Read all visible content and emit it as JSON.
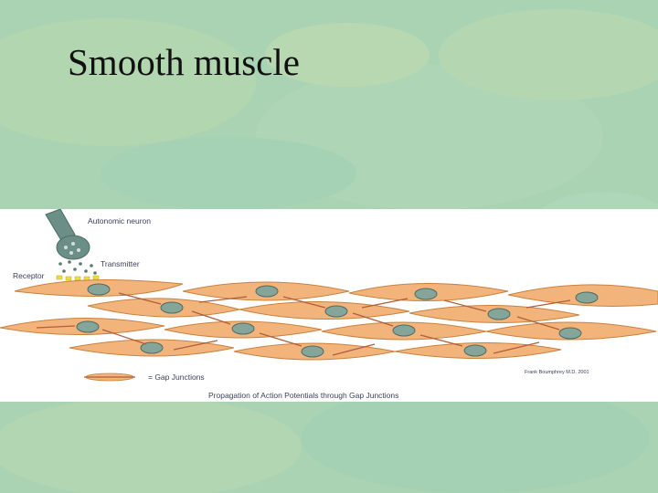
{
  "slide": {
    "title": "Smooth muscle"
  },
  "diagram": {
    "labels": {
      "autonomic_neuron": "Autonomic neuron",
      "transmitter": "Transmitter",
      "receptor": "Receptor",
      "gap_legend": "= Gap Junctions",
      "credit": "Frank Boumphrey M.D. 2001",
      "caption": "Propagation of Action Potentials through Gap Junctions"
    },
    "colors": {
      "cell_fill": "#f2b47b",
      "cell_stroke": "#c9823f",
      "nucleus_fill": "#86a59a",
      "nucleus_stroke": "#4d6d62",
      "neuron_fill": "#6b8f86",
      "transmitter_dot": "#5c7a70",
      "receptor": "#f0dc3c",
      "gap_line": "#b05e3c",
      "slide_bg": "#a9d3b2"
    }
  }
}
